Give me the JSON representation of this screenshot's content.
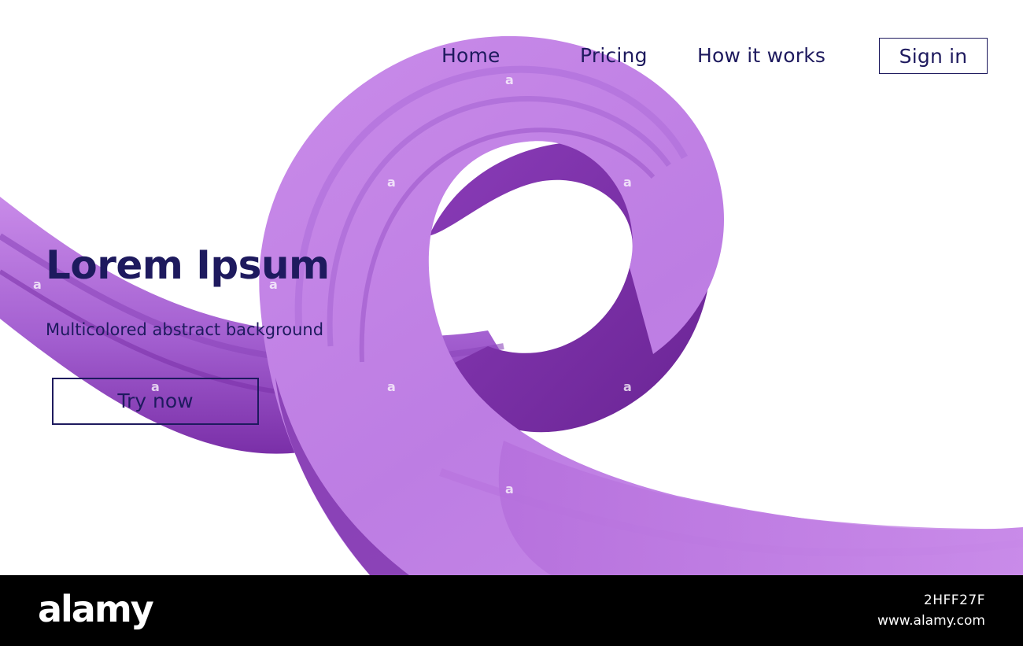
{
  "nav": {
    "home_label": "Home",
    "pricing_label": "Pricing",
    "how_label": "How it works",
    "signin_label": "Sign in"
  },
  "hero": {
    "headline": "Lorem Ipsum",
    "subtitle": "Multicolored abstract background",
    "cta_label": "Try now"
  },
  "footer": {
    "logo": "alamy",
    "image_id": "2HFF27F",
    "site": "www.alamy.com"
  },
  "colors": {
    "text": "#1e1a5e",
    "swirl_light": "#c78ae8",
    "swirl_dark": "#7a2fa8",
    "background": "#ffffff",
    "footer": "#000000"
  }
}
